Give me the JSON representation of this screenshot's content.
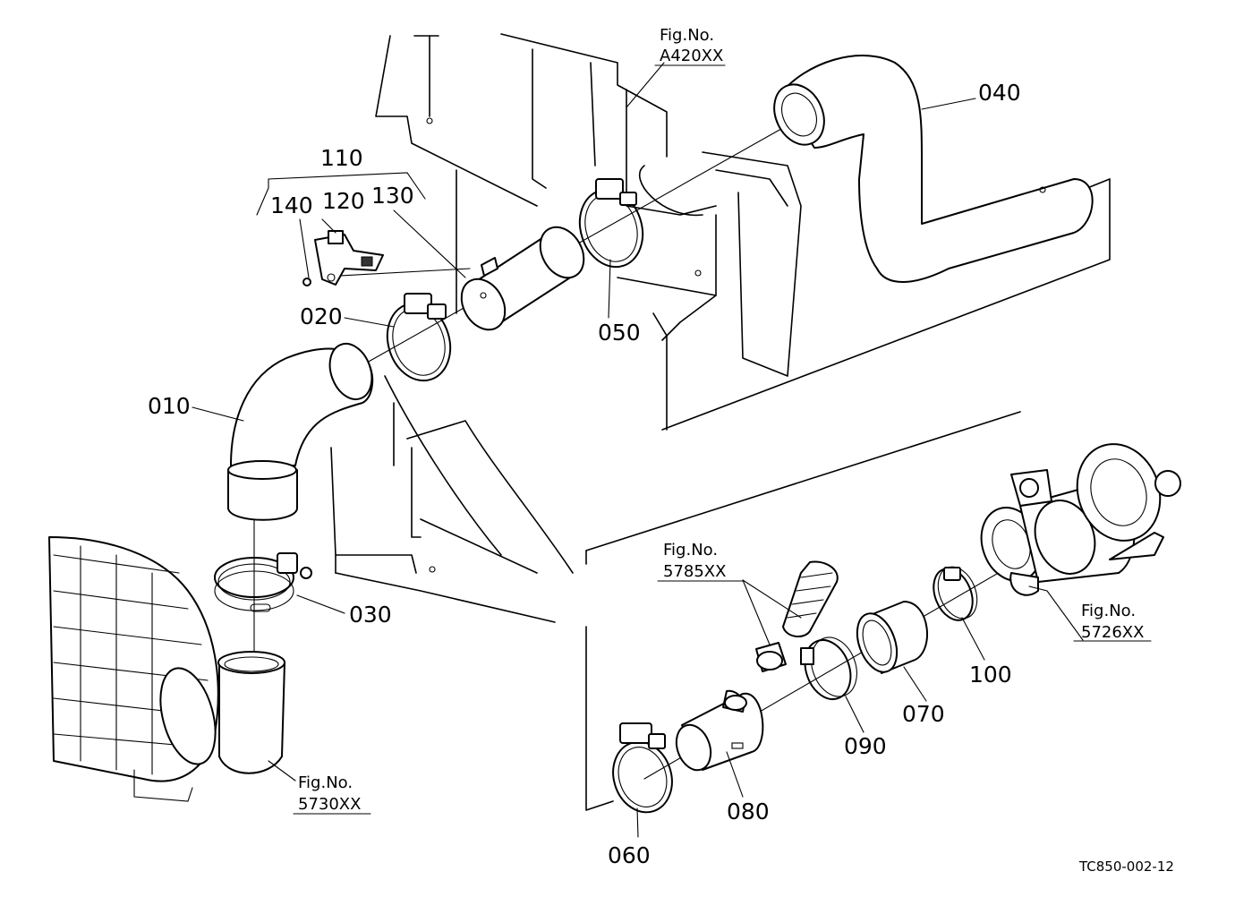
{
  "diagram": {
    "part_labels": {
      "p010": "010",
      "p020": "020",
      "p030": "030",
      "p040": "040",
      "p050": "050",
      "p060": "060",
      "p070": "070",
      "p080": "080",
      "p090": "090",
      "p100": "100",
      "p110": "110",
      "p120": "120",
      "p130": "130",
      "p140": "140"
    },
    "figure_refs": {
      "a420": {
        "prefix": "Fig.No.",
        "number": "A420XX"
      },
      "r5785": {
        "prefix": "Fig.No.",
        "number": "5785XX"
      },
      "r5726": {
        "prefix": "Fig.No.",
        "number": "5726XX"
      },
      "r5730": {
        "prefix": "Fig.No.",
        "number": "5730XX"
      }
    },
    "drawing_code": "TC850-002-12"
  }
}
